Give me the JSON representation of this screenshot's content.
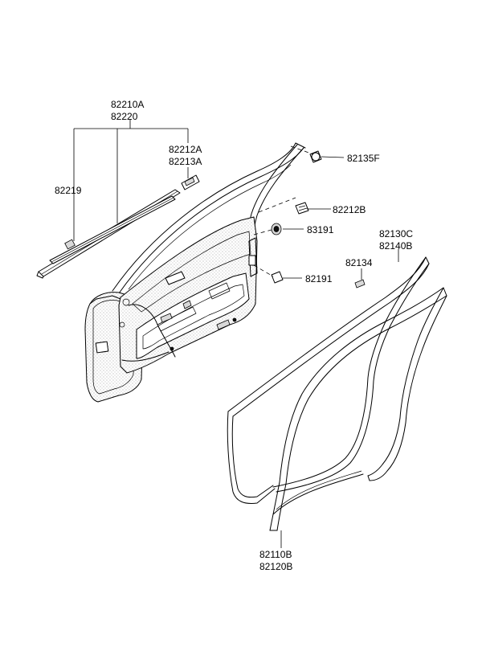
{
  "parts": {
    "p82210A": "82210A",
    "p82220": "82220",
    "p82219": "82219",
    "p82212A": "82212A",
    "p82213A": "82213A",
    "p82135F": "82135F",
    "p82212B": "82212B",
    "p83191": "83191",
    "p82191": "82191",
    "p82130C": "82130C",
    "p82140B": "82140B",
    "p82134": "82134",
    "p82110B": "82110B",
    "p82120B": "82120B"
  },
  "colors": {
    "line": "#000000",
    "background": "#ffffff"
  }
}
